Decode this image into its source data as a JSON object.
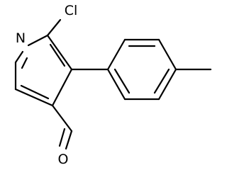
{
  "molecule": {
    "atoms": {
      "nitrogen": "N",
      "chlorine": "Cl",
      "oxygen": "O"
    }
  },
  "colors": {
    "bond": "#000000",
    "label": "#000000",
    "background": "#ffffff"
  }
}
